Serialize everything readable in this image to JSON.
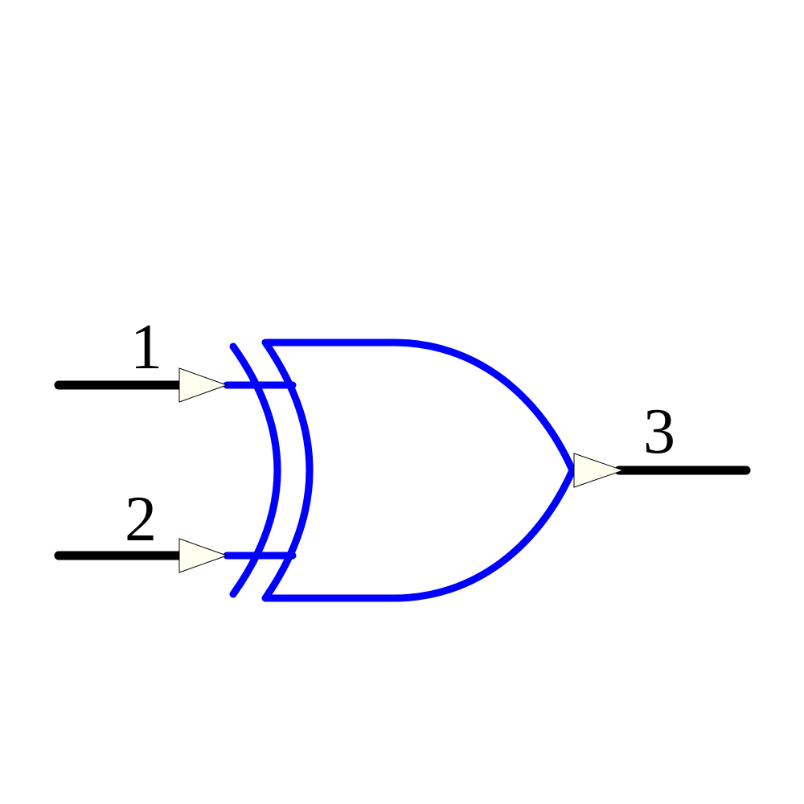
{
  "diagram": {
    "type": "logic-gate-schematic",
    "gate": "XOR",
    "colors": {
      "body": "#0000ff",
      "wire": "#000000",
      "pin_marker_fill": "#fffff0",
      "pin_marker_stroke": "#000000",
      "background": "#ffffff"
    },
    "pins": [
      {
        "number": "1",
        "direction": "input"
      },
      {
        "number": "2",
        "direction": "input"
      },
      {
        "number": "3",
        "direction": "output"
      }
    ]
  }
}
